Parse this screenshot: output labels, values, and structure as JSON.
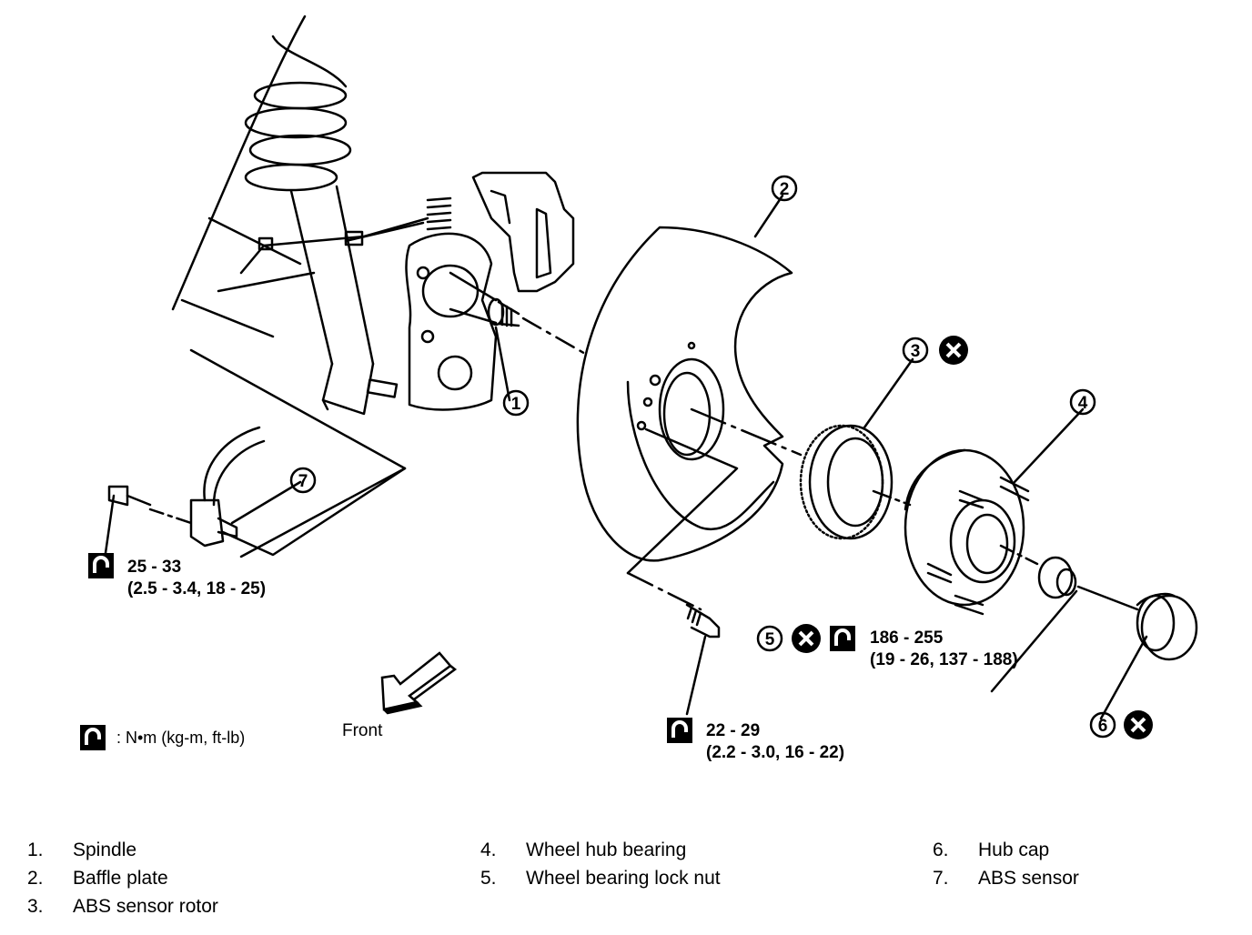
{
  "torque_legend": {
    "text": ": N•m (kg-m, ft-lb)"
  },
  "front_label": "Front",
  "callouts": [
    "1",
    "2",
    "3",
    "4",
    "5",
    "6",
    "7"
  ],
  "torque_specs": {
    "abs_sensor_bolt": {
      "line1": "25 - 33",
      "line2": "(2.5 - 3.4, 18 - 25)"
    },
    "baffle_bolt": {
      "line1": "22 - 29",
      "line2": "(2.2 - 3.0, 16 - 22)"
    },
    "lock_nut": {
      "line1": "186 - 255",
      "line2": "(19 - 26, 137 - 188)"
    }
  },
  "parts": [
    {
      "num": "1.",
      "name": "Spindle"
    },
    {
      "num": "2.",
      "name": "Baffle plate"
    },
    {
      "num": "3.",
      "name": "ABS sensor rotor"
    },
    {
      "num": "4.",
      "name": "Wheel hub bearing"
    },
    {
      "num": "5.",
      "name": "Wheel bearing lock nut"
    },
    {
      "num": "6.",
      "name": "Hub cap"
    },
    {
      "num": "7.",
      "name": "ABS sensor"
    }
  ],
  "icons": [
    "torque-wrench-icon",
    "do-not-reuse-icon",
    "front-arrow-icon"
  ]
}
